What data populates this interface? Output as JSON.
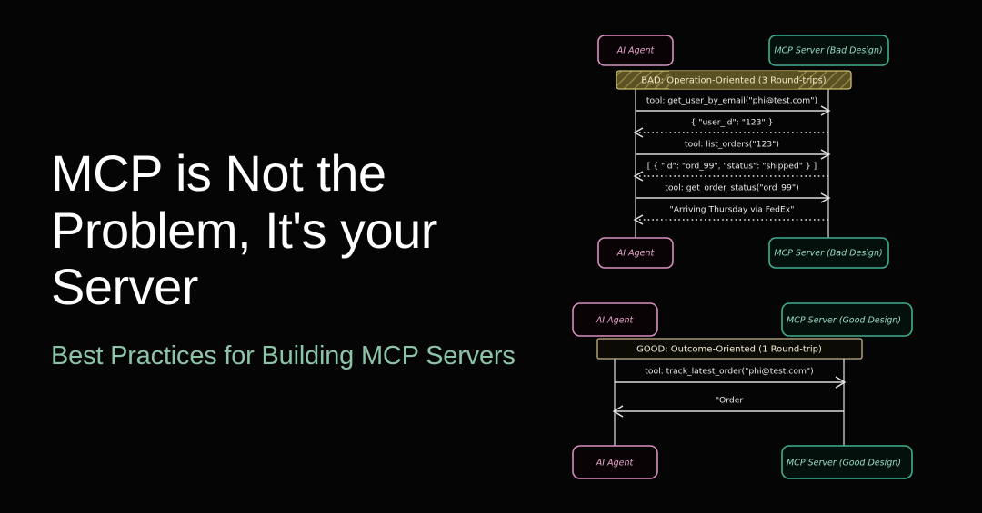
{
  "hero": {
    "title": "MCP is Not the Problem, It's your Server",
    "subtitle": "Best Practices for Building MCP Servers",
    "title_color": "#ffffff",
    "subtitle_color": "#8cc4a8",
    "background_color": "#050505"
  },
  "colors": {
    "agent_border": "#d98fc0",
    "agent_text": "#e9a9cf",
    "server_border": "#3fae90",
    "server_text": "#9adcc6",
    "banner_bad_fill": "#5a5124",
    "banner_bad_border": "#c9bc6a",
    "banner_good_fill": "#0c0a04",
    "banner_good_border": "#c9b581",
    "message_line": "#dcdcdc",
    "message_text": "#ececec"
  },
  "diagram_bad": {
    "participants": {
      "left": "AI Agent",
      "right": "MCP Server (Bad Design)"
    },
    "banner": "BAD: Operation-Oriented (3 Round-trips)",
    "banner_style": "hatched",
    "messages": [
      {
        "label": "tool: get_user_by_email(\"phi@test.com\")",
        "direction": "right",
        "style": "solid"
      },
      {
        "label": "{ \"user_id\": \"123\" }",
        "direction": "left",
        "style": "dotted"
      },
      {
        "label": "tool: list_orders(\"123\")",
        "direction": "right",
        "style": "solid"
      },
      {
        "label": "[ { \"id\": \"ord_99\", \"status\": \"shipped\" } ]",
        "direction": "left",
        "style": "dotted"
      },
      {
        "label": "tool: get_order_status(\"ord_99\")",
        "direction": "right",
        "style": "solid"
      },
      {
        "label": "\"Arriving Thursday via FedEx\"",
        "direction": "left",
        "style": "dotted"
      }
    ],
    "footer": {
      "left": "AI Agent",
      "right": "MCP Server (Bad Design)"
    }
  },
  "diagram_good": {
    "participants": {
      "left": "AI Agent",
      "right": "MCP Server (Good Design)"
    },
    "banner": "GOOD: Outcome-Oriented (1 Round-trip)",
    "banner_style": "plain",
    "messages": [
      {
        "label": "tool: track_latest_order(\"phi@test.com\")",
        "direction": "right",
        "style": "solid"
      },
      {
        "label": "\"Order",
        "direction": "left",
        "style": "solid"
      }
    ],
    "footer": {
      "left": "AI Agent",
      "right": "MCP Server (Good Design)"
    }
  }
}
